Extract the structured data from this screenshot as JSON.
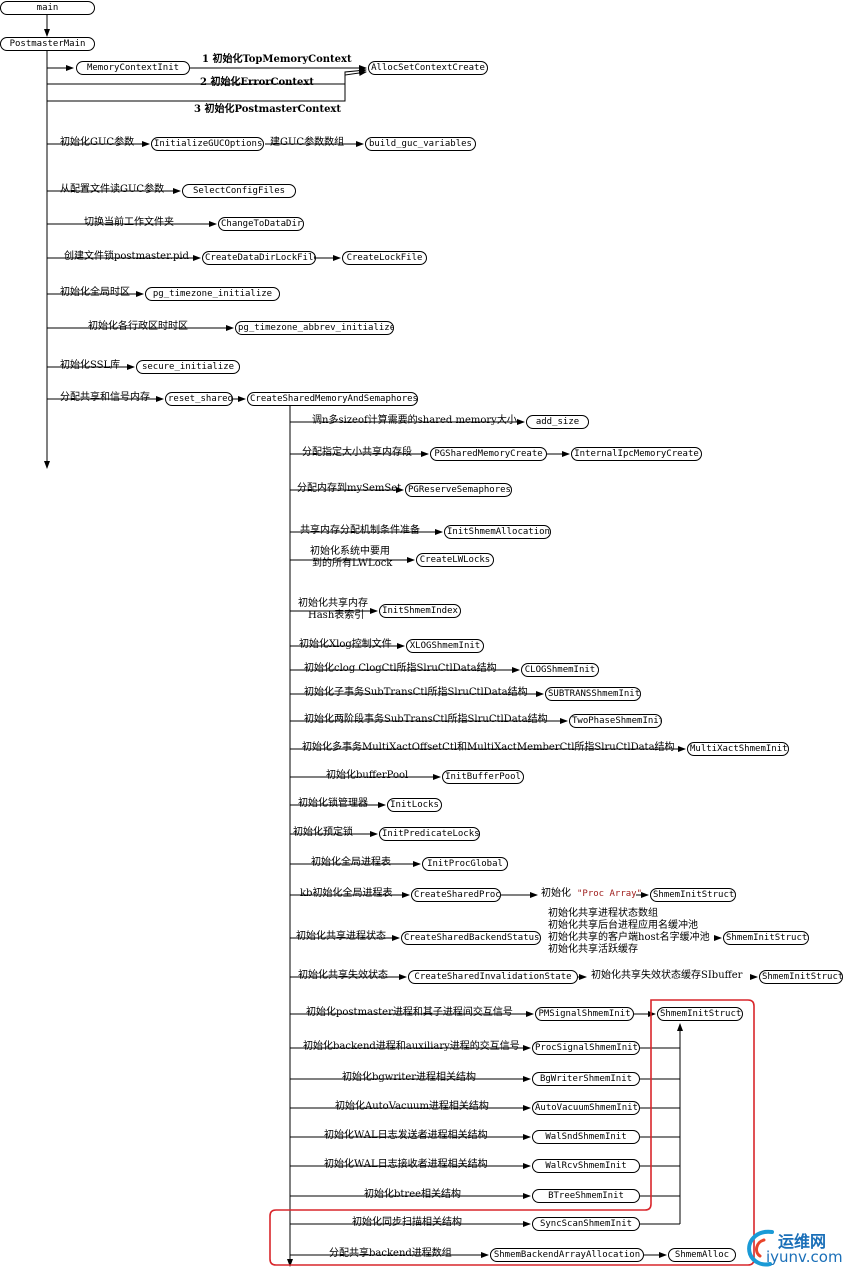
{
  "nodes": {
    "main": "main",
    "postmaster_main": "PostmasterMain",
    "memory_context_init": "MemoryContextInit",
    "alloc_set_context_create": "AllocSetContextCreate",
    "initialize_guc_options": "InitializeGUCOptions",
    "build_guc_variables": "build_guc_variables",
    "select_config_files": "SelectConfigFiles",
    "change_to_data_dir": "ChangeToDataDir",
    "create_data_dir_lock_file": "CreateDataDirLockFile",
    "create_lock_file": "CreateLockFile",
    "pg_timezone_initialize": "pg_timezone_initialize",
    "pg_timezone_abbrev_initialize": "pg_timezone_abbrev_initialize",
    "secure_initialize": "secure_initialize",
    "reset_shared": "reset_shared",
    "create_shared_memory_and_semaphores": "CreateSharedMemoryAndSemaphores",
    "add_size": "add_size",
    "pg_shared_memory_create": "PGSharedMemoryCreate",
    "internal_ipc_memory_create": "InternalIpcMemoryCreate",
    "pg_reserve_semaphores": "PGReserveSemaphores",
    "init_shmem_allocation": "InitShmemAllocation",
    "create_lwlocks": "CreateLWLocks",
    "init_shmem_index": "InitShmemIndex",
    "xlog_shmem_init": "XLOGShmemInit",
    "clog_shmem_init": "CLOGShmemInit",
    "subtrans_shmem_init": "SUBTRANSShmemInit",
    "two_phase_shmem_init": "TwoPhaseShmemInit",
    "multixact_shmem_init": "MultiXactShmemInit",
    "init_buffer_pool": "InitBufferPool",
    "init_locks": "InitLocks",
    "init_predicate_locks": "InitPredicateLocks",
    "init_proc_global": "InitProcGlobal",
    "create_shared_proc_array": "CreateSharedProcArray",
    "shmem_init_struct_1": "ShmemInitStruct",
    "create_shared_backend_status": "CreateSharedBackendStatus",
    "shmem_init_struct_2": "ShmemInitStruct",
    "create_shared_invalidation_state": "CreateSharedInvalidationState",
    "shmem_init_struct_3": "ShmemInitStruct",
    "shmem_init_struct_4": "ShmemInitStruct",
    "pm_signal_shmem_init": "PMSignalShmemInit",
    "proc_signal_shmem_init": "ProcSignalShmemInit",
    "bg_writer_shmem_init": "BgWriterShmemInit",
    "autovacuum_shmem_init": "AutoVacuumShmemInit",
    "wal_snd_shmem_init": "WalSndShmemInit",
    "wal_rcv_shmem_init": "WalRcvShmemInit",
    "btree_shmem_init": "BTreeShmemInit",
    "sync_scan_shmem_init": "SyncScanShmemInit",
    "shmem_backend_array_allocation": "ShmemBackendArrayAllocation",
    "shmem_alloc": "ShmemAlloc"
  },
  "labels": {
    "top_memory_context": "1 初始化TopMemoryContext",
    "error_context": "2 初始化ErrorContext",
    "postmaster_context": "3 初始化PostmasterContext",
    "init_guc": "初始化GUC参数",
    "build_guc_array": "建GUC参数数组",
    "read_guc_config": "从配置文件读GUC参数",
    "switch_work_dir": "切换当前工作文件夹",
    "create_lock_file": "创建文件锁postmaster.pid",
    "init_global_tz": "初始化全局时区",
    "init_admin_tz": "初始化各行政区时时区",
    "init_ssl": "初始化SSL库",
    "alloc_shared_sem": "分配共享和信号内存",
    "call_sizeof": "调n多sizeof计算需要的shared memory大小",
    "alloc_fixed_shared": "分配指定大小共享内存段",
    "alloc_mysemset": "分配内存到mySemSet",
    "shmem_alloc_prepare": "共享内存分配机制条件准备",
    "init_lwlock_1": "初始化系统中要用",
    "init_lwlock_2": "到的所有LWLock",
    "init_shmem_1": "初始化共享内存",
    "init_shmem_2": "Hash表索引",
    "init_xlog": "初始化Xlog控制文件",
    "init_clog": "初始化clog ClogCtl所指SlruCtlData结构",
    "init_subtrans": "初始化子事务SubTransCtl所指SlruCtlData结构",
    "init_twophase": "初始化两阶段事务SubTransCtl所指SlruCtlData结构",
    "init_multixact": "初始化多事务MultiXactOffsetCtl和MultiXactMemberCtl所指SlruCtlData结构",
    "init_bufferpool": "初始化bufferPool",
    "init_lock_mgr": "初始化锁管理器",
    "init_predicate": "初始化预定锁",
    "init_proc_table": "初始化全局进程表",
    "kb_init_proc": "kb初始化全局进程表",
    "init_proc_array_prefix": "初始化",
    "init_proc_array_value": "\"Proc Array\"",
    "init_shared_status": "初始化共享进程状态",
    "status_note_1": "初始化共享进程状态数组",
    "status_note_2": "初始化共享后台进程应用名缓冲池",
    "status_note_3": "初始化共享的客户端host名字缓冲池",
    "status_note_4": "初始化共享活跃缓存",
    "init_shared_inval": "初始化共享失效状态",
    "init_shared_inval_buffer": "初始化共享失效状态缓存SIbuffer",
    "init_postmaster_signal": "初始化postmaster进程和其子进程间交互信号",
    "init_backend_signal": "初始化backend进程和auxiliary进程的交互信号",
    "init_bgwriter": "初始化bgwriter进程相关结构",
    "init_autovacuum": "初始化AutoVacuum进程相关结构",
    "init_wal_sender": "初始化WAL日志发送者进程相关结构",
    "init_wal_receiver": "初始化WAL日志接收者进程相关结构",
    "init_btree": "初始化btree相关结构",
    "init_sync_scan": "初始化同步扫描相关结构",
    "alloc_backend_array": "分配共享backend进程数组"
  },
  "watermark": {
    "cn": "运维网",
    "en": "iyunv.com"
  },
  "colors": {
    "line": "#000000",
    "highlight": "#d9262b",
    "quoted": "#a0201f",
    "watermark": "#1a6fb8"
  }
}
